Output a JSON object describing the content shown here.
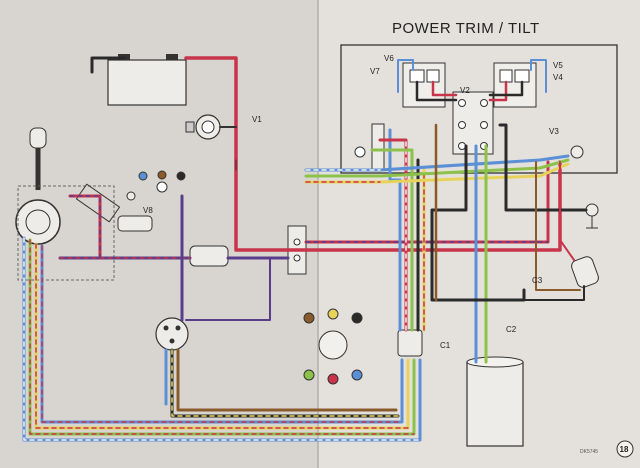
{
  "diagram": {
    "title": "POWER TRIM / TILT",
    "page_number": "18",
    "small_code": "DK5745",
    "labels": {
      "V1": "V1",
      "V2": "V2",
      "V3": "V3",
      "V4": "V4",
      "V5": "V5",
      "V6": "V6",
      "V7": "V7",
      "V8": "V8",
      "C1": "C1",
      "C2": "C2",
      "C3": "C3"
    },
    "colors": {
      "page_left": "#dcd9d5",
      "page_right": "#e6e3df",
      "red": "#c8344a",
      "blue": "#5b8fd6",
      "purple": "#5a3d8a",
      "black": "#2a2a2a",
      "green": "#8cc24a",
      "yellow": "#e8d35a",
      "brown": "#8b5a2b",
      "white": "#f4f2ee"
    }
  }
}
